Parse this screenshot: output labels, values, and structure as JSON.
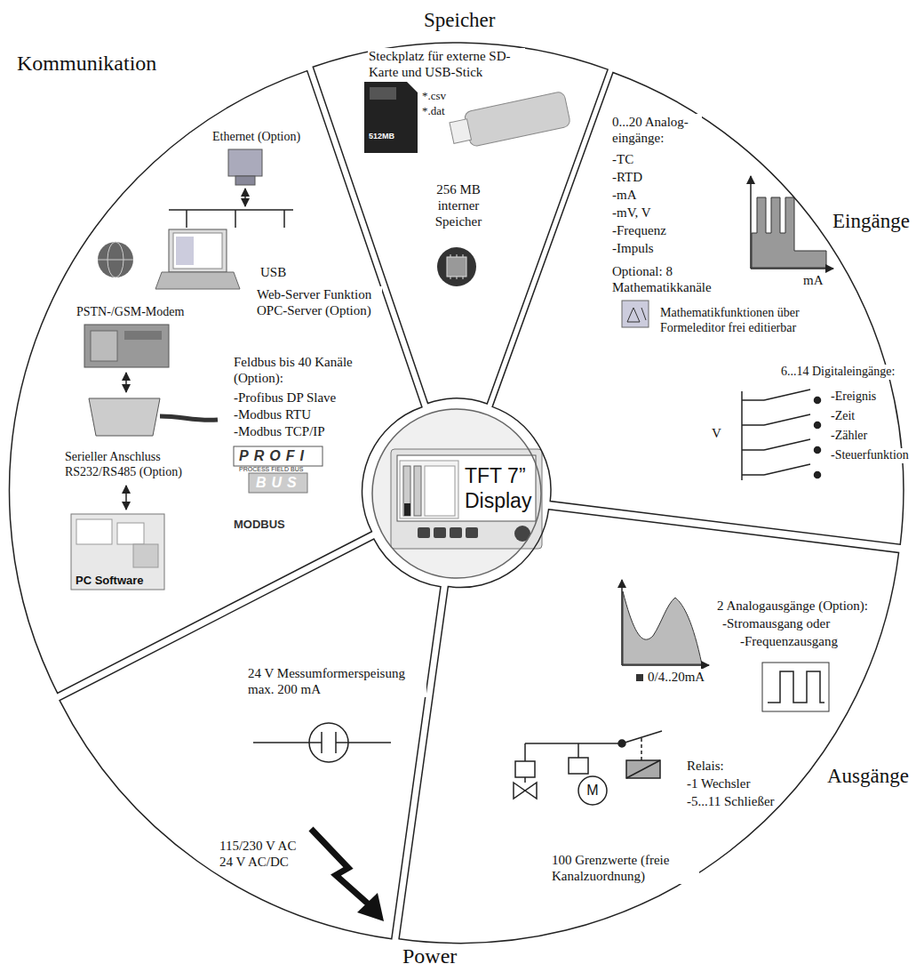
{
  "diagram": {
    "nodes": [
      {
        "text": [
          "Speicher",
          "Steckplatz für externe SD-Karte und USB-Stick",
          "*.csv",
          "*.dat",
          "256 MB interner Speicher"
        ]
      },
      {
        "text": [
          "Kommunikation",
          "Ethernet (Option)",
          "USB",
          "Web-Server Funktion OPC-Server (Option)",
          "PSTN-/GSM-Modem",
          "Feldbus bis 40 Kanäle (Option):",
          "-Profibus DP Slave",
          "-Modbus RTU",
          "-Modbus TCP/IP",
          "Serieller Anschluss RS232/RS485 (Option)",
          "PC Software"
        ]
      },
      {
        "text": [
          "Eingänge",
          "0...20 Analog- eingänge:",
          "-TC",
          "-RTD",
          "-mA",
          "-mV, V",
          "-Frequenz",
          "-Impuls",
          "mA",
          "Optional: 8 Mathematikkanäle",
          "Mathematikfunktionen über Formeleditor frei editierbar",
          "V",
          "6...14 Digitaleingänge:",
          "-Ereignis",
          "-Zeit",
          "-Zähler",
          "-Steuerfunktion"
        ]
      },
      {
        "text": [
          "TFT 7” Display"
        ]
      },
      {
        "text": [
          "Ausgänge",
          "0/4..20mA",
          "2 Analogausgänge (Option):",
          "-Stromausgang oder",
          "-Frequenzausgang",
          "Relais:",
          "-1 Wechsler",
          "-5...11 Schließer",
          "100 Grenzwerte (freie Kanalzuordnung)"
        ]
      },
      {
        "text": [
          "M"
        ],
        "in": 4
      },
      {
        "text": [
          "Power",
          "24 V Messumformerspeisung max. 200 mA",
          "115/230 V AC 24 V AC/DC"
        ]
      }
    ],
    "labels": [
      "512MB",
      "PROFI",
      "PROCESS FIELD BUS",
      "BUS",
      "MODBUS"
    ]
  }
}
